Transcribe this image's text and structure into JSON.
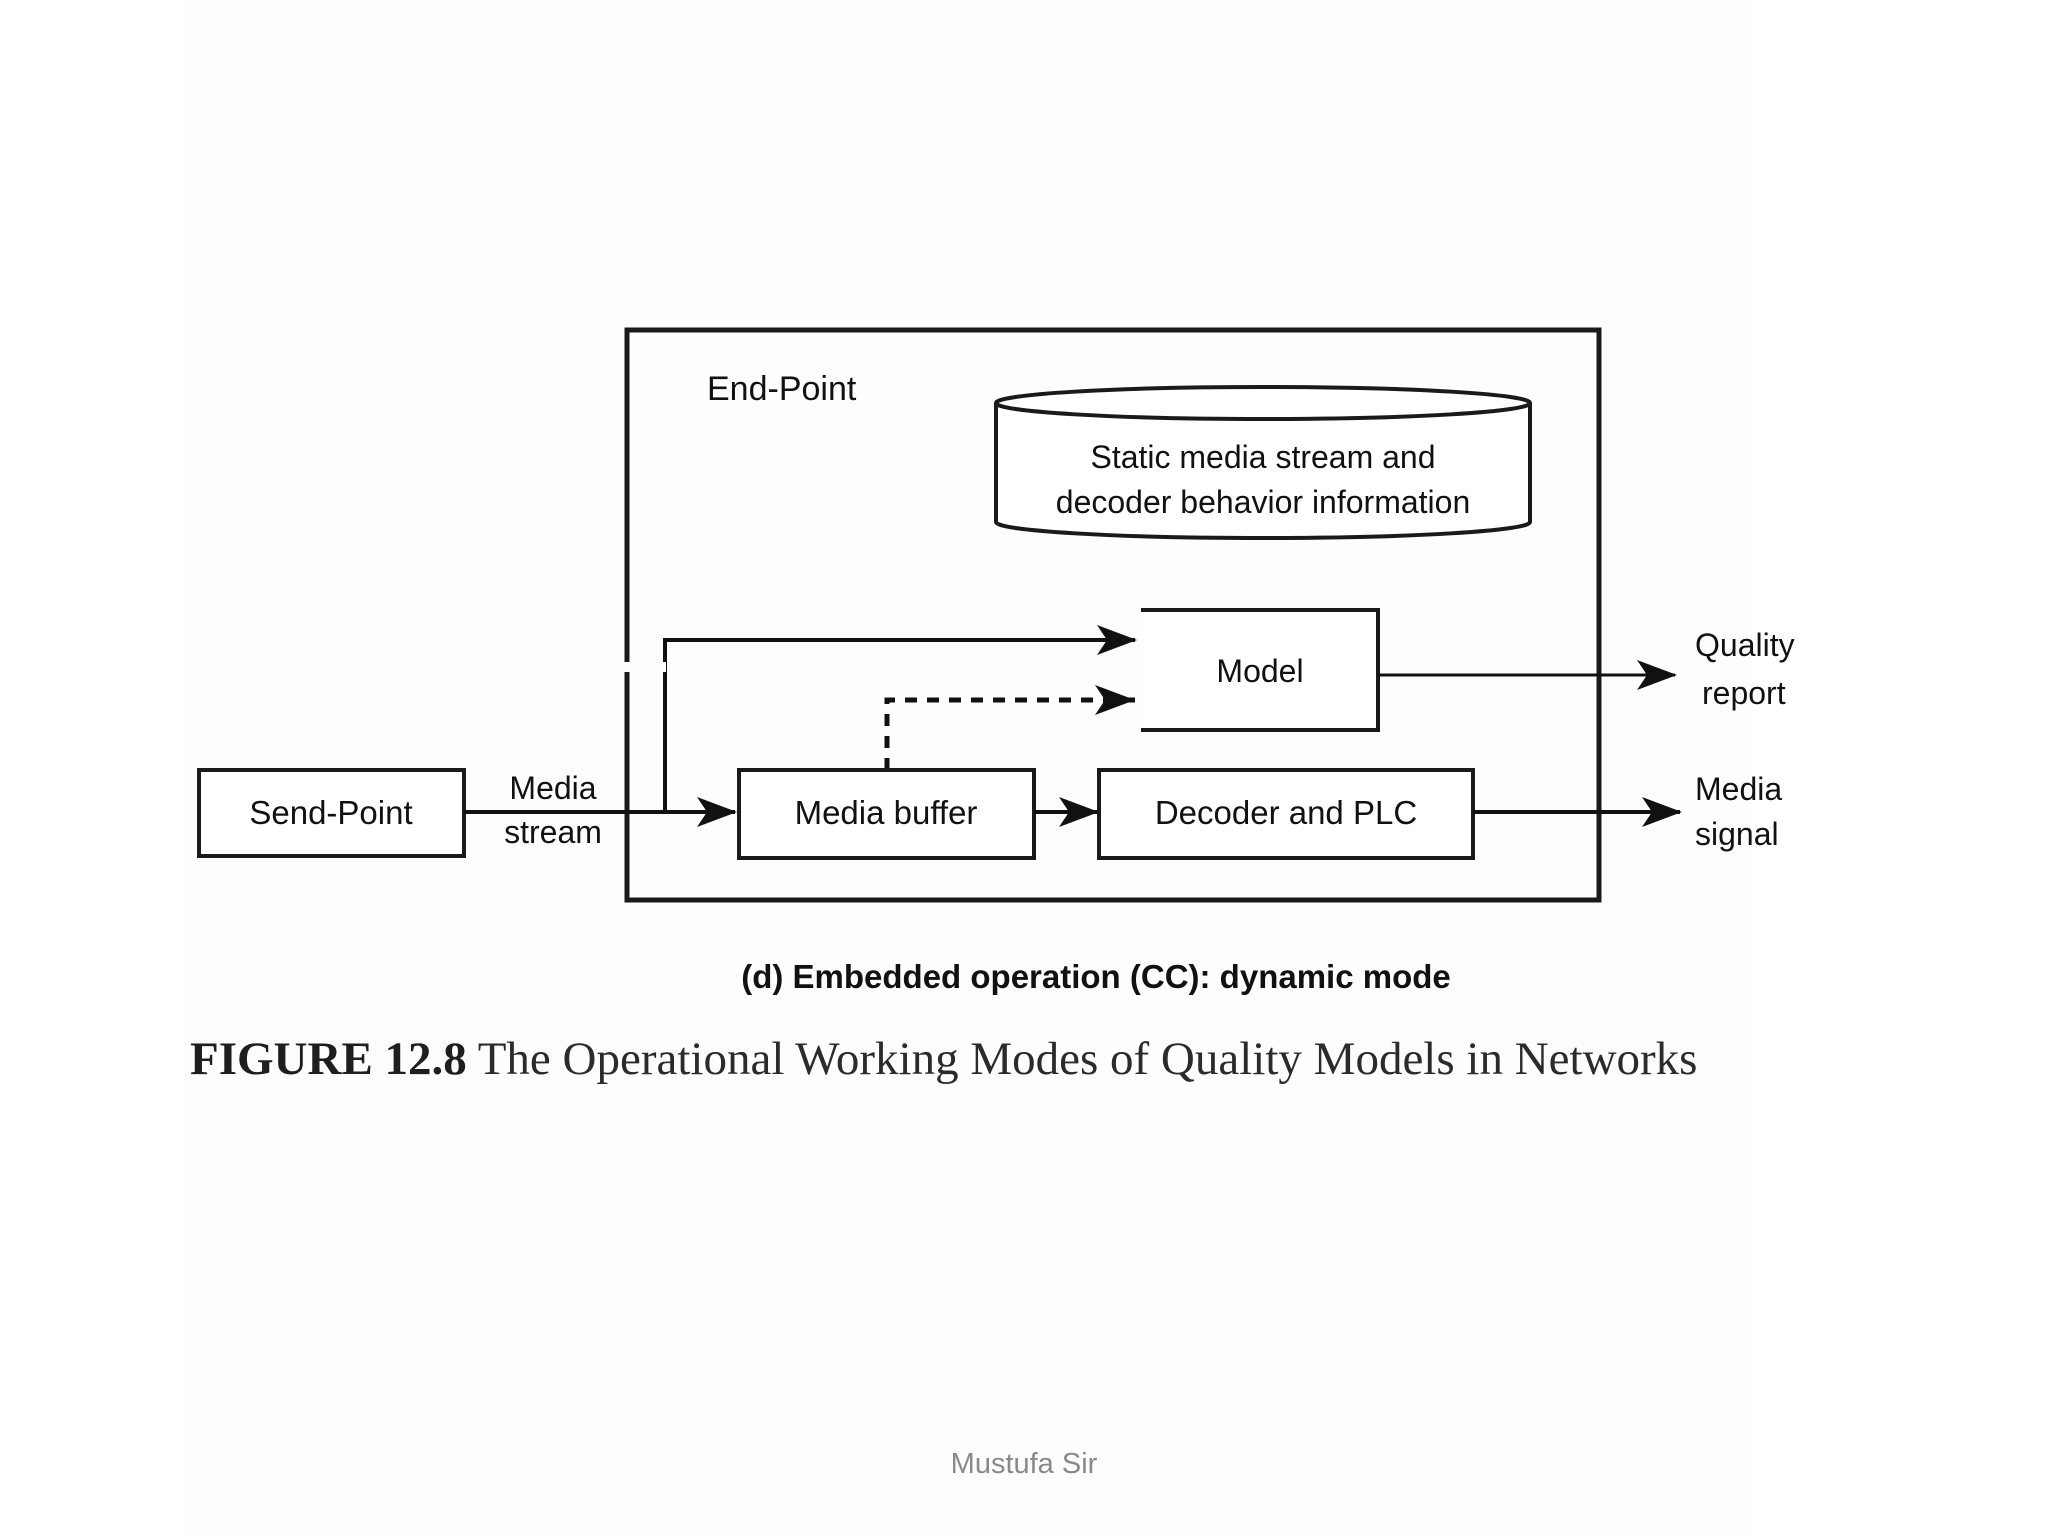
{
  "diagram": {
    "endpoint_label": "End-Point",
    "database_line1": "Static media stream and",
    "database_line2": "decoder behavior information",
    "model_label": "Model",
    "quality_line1": "Quality",
    "quality_line2": "report",
    "sendpoint_label": "Send-Point",
    "media_stream_line1": "Media",
    "media_stream_line2": "stream",
    "media_buffer_label": "Media buffer",
    "decoder_label": "Decoder and PLC",
    "media_signal_line1": "Media",
    "media_signal_line2": "signal",
    "subcaption": "(d) Embedded operation (CC): dynamic mode"
  },
  "caption": {
    "figure_number": "FIGURE 12.8",
    "title": "The Operational Working Modes of Quality Models in Networks"
  },
  "footer": {
    "author": "Mustufa Sir"
  }
}
